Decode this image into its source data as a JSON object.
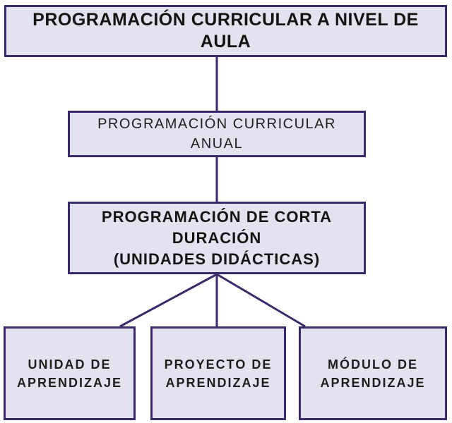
{
  "colors": {
    "box_fill": "#e2e3ee",
    "border": "#3b2a6b",
    "text": "#141414"
  },
  "nodes": {
    "top": {
      "lines": [
        "PROGRAMACIÓN CURRICULAR A NIVEL DE",
        "AULA"
      ]
    },
    "annual": {
      "lines": [
        "PROGRAMACIÓN CURRICULAR",
        "ANUAL"
      ]
    },
    "short": {
      "lines": [
        "PROGRAMACIÓN DE CORTA",
        "DURACIÓN",
        "(UNIDADES DIDÁCTICAS)"
      ]
    },
    "unidad": {
      "lines": [
        "UNIDAD DE",
        "APRENDIZAJE"
      ]
    },
    "proyecto": {
      "lines": [
        "PROYECTO DE",
        "APRENDIZAJE"
      ]
    },
    "modulo": {
      "lines": [
        "MÓDULO DE",
        "APRENDIZAJE"
      ]
    }
  },
  "edges": [
    {
      "from": "top",
      "to": "annual"
    },
    {
      "from": "annual",
      "to": "short"
    },
    {
      "from": "short",
      "to": "unidad"
    },
    {
      "from": "short",
      "to": "proyecto"
    },
    {
      "from": "short",
      "to": "modulo"
    }
  ]
}
